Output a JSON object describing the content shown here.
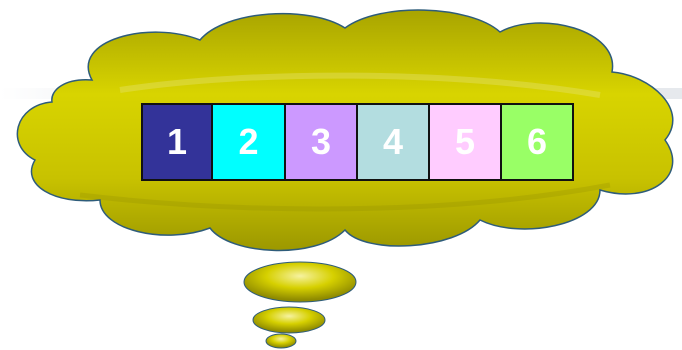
{
  "cells": [
    {
      "label": "1",
      "color": "#333399"
    },
    {
      "label": "2",
      "color": "#00ffff"
    },
    {
      "label": "3",
      "color": "#cc99ff"
    },
    {
      "label": "4",
      "color": "#b3dde0"
    },
    {
      "label": "5",
      "color": "#ffccff"
    },
    {
      "label": "6",
      "color": "#99ff66"
    }
  ],
  "colors": {
    "cloud_fill": "#c8c000",
    "cloud_outline": "#2e5c7a",
    "background_stripe": "#e3e6ea"
  }
}
